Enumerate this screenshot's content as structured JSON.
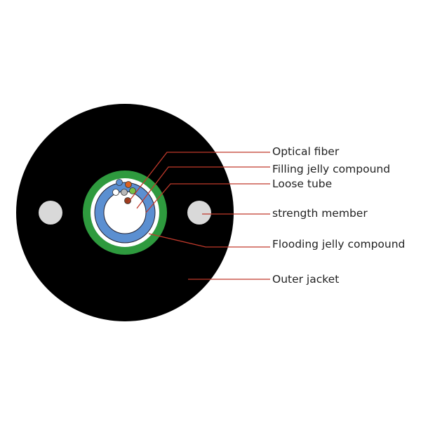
{
  "labels": {
    "optical_fiber": "Optical fiber",
    "filling_jelly": "Filling jelly compound",
    "loose_tube": "Loose tube",
    "strength_member": "strength member",
    "flooding_jelly": "Flooding jelly compound",
    "outer_jacket": "Outer jacket"
  },
  "colors": {
    "outer_jacket": "#000000",
    "flooding_jelly": "#2e9a3e",
    "loose_tube": "#5b8fd1",
    "strength_member": "#d9d9d9",
    "leader_line": "#c0392b",
    "fibers": [
      "#5b8fd1",
      "#d9601f",
      "#ffffff",
      "#b8b8b8",
      "#7ac043",
      "#9a3d1e"
    ]
  }
}
